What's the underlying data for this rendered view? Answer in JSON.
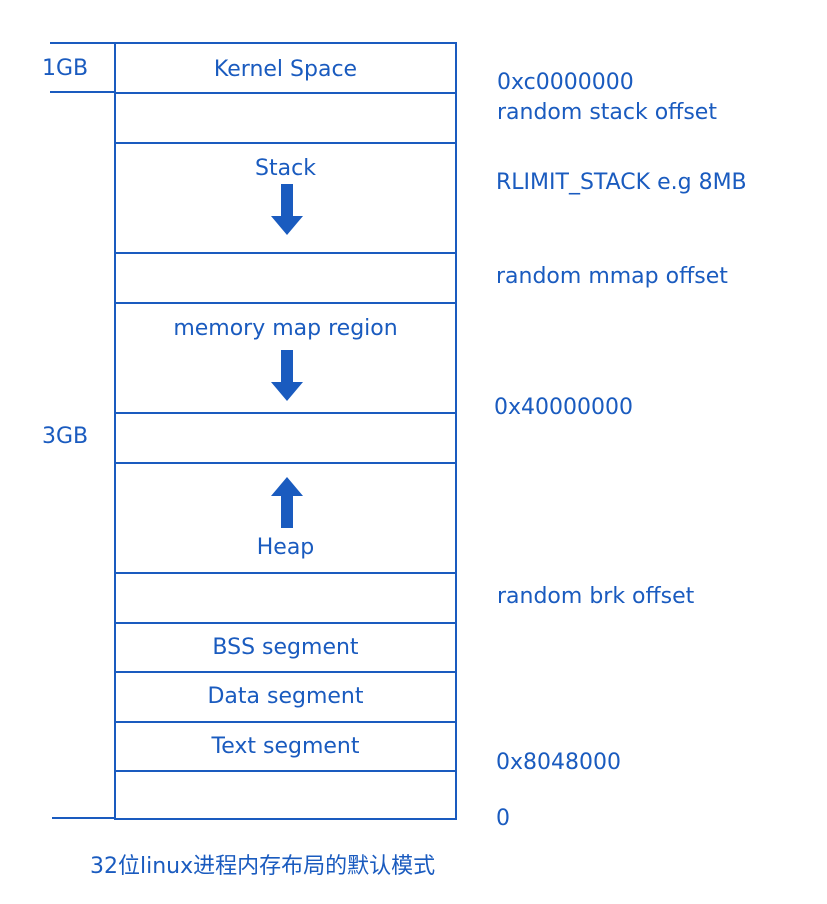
{
  "sizes": {
    "kernel": "1GB",
    "user": "3GB"
  },
  "segments": {
    "kernel": "Kernel Space",
    "stack": "Stack",
    "mmap": "memory map region",
    "heap": "Heap",
    "bss": "BSS segment",
    "data": "Data segment",
    "text": "Text segment"
  },
  "annotations": {
    "kernel_boundary": "0xc0000000",
    "stack_offset": "random stack offset",
    "rlimit": "RLIMIT_STACK e.g 8MB",
    "mmap_offset": "random mmap offset",
    "mmap_base": "0x40000000",
    "brk_offset": "random brk offset",
    "text_start": "0x8048000",
    "zero": "0"
  },
  "caption": "32位linux进程内存布局的默认模式",
  "colors": {
    "accent": "#1a5bbf"
  }
}
